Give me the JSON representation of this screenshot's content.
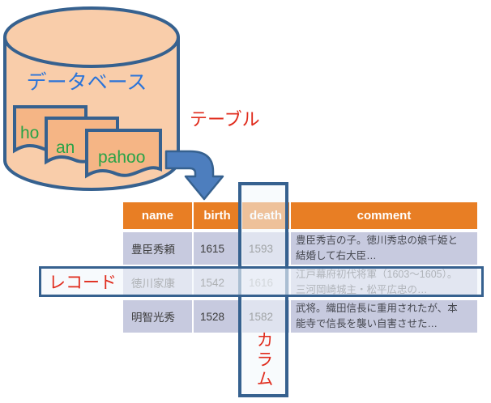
{
  "diagram": {
    "database_label": "データベース",
    "documents": [
      {
        "label": "ho"
      },
      {
        "label": "an"
      },
      {
        "label": "pahoo"
      }
    ],
    "annotations": {
      "table_label": "テーブル",
      "record_label": "レコード",
      "column_label": "カラム"
    },
    "colors": {
      "header_orange": "#E87E24",
      "row_lavender": "#C7CADF",
      "border_blue": "#36618F",
      "arrow_blue": "#4D7EBE",
      "cylinder_fill": "#F9CDAA",
      "document_fill": "#F5B585",
      "document_text_green": "#29A347",
      "database_text_blue": "#2B74D9",
      "annotation_red": "#E02B1C"
    }
  },
  "table": {
    "headers": [
      "name",
      "birth",
      "death",
      "comment"
    ],
    "rows": [
      {
        "name": "豊臣秀頼",
        "birth": "1615",
        "death": "1593",
        "comment": "豊臣秀吉の子。徳川秀忠の娘千姫と\n結婚して右大臣…"
      },
      {
        "name": "徳川家康",
        "birth": "1542",
        "death": "1616",
        "comment": "江戸幕府初代将軍（1603～1605）。\n三河岡崎城主・松平広忠の…"
      },
      {
        "name": "明智光秀",
        "birth": "1528",
        "death": "1582",
        "comment": "武将。織田信長に重用されたが、本\n能寺で信長を襲い自害させた…"
      }
    ]
  }
}
